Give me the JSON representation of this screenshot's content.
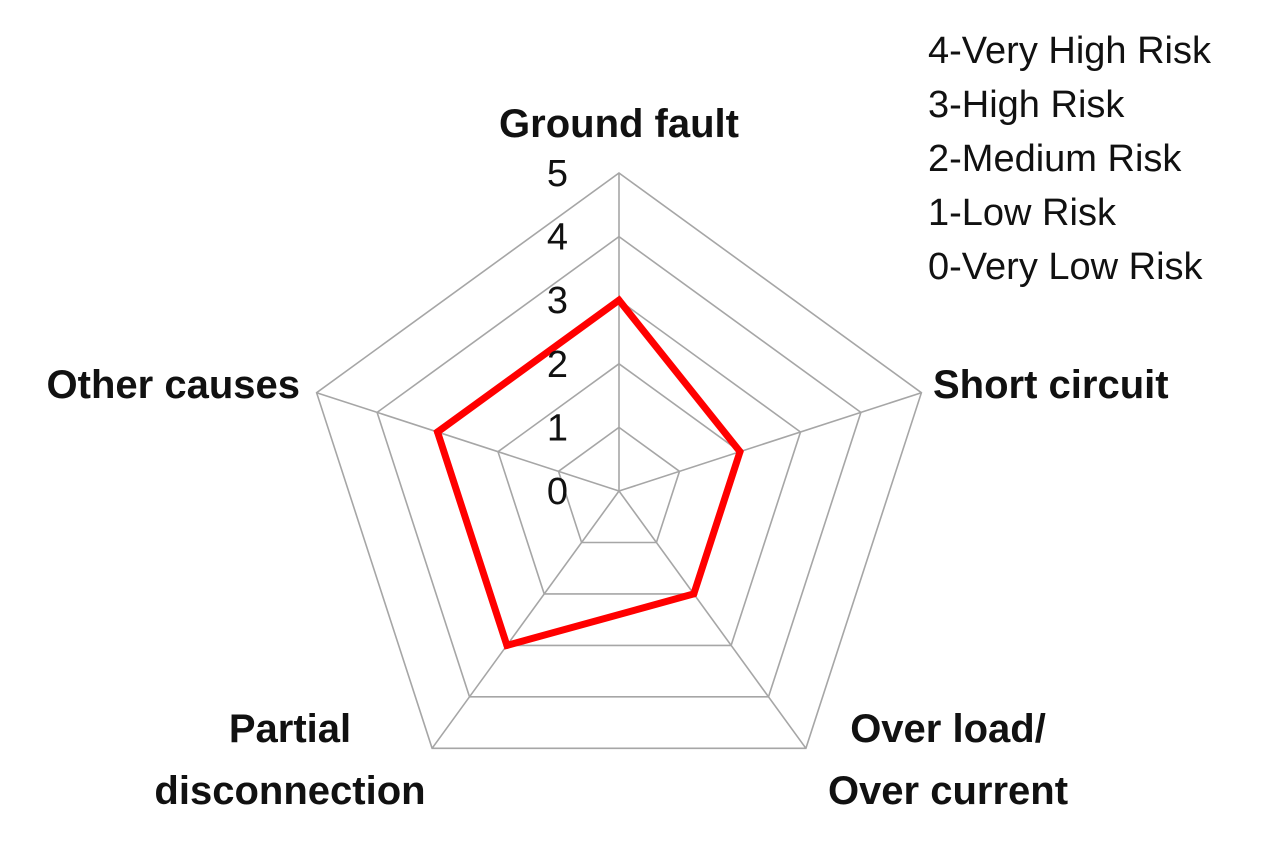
{
  "colors": {
    "series": "#ff0000",
    "grid": "#a6a6a6",
    "text": "#111111",
    "background": "#ffffff"
  },
  "legend_notes": [
    "4-Very High Risk",
    "3-High Risk",
    "2-Medium Risk",
    "1-Low Risk",
    "0-Very Low Risk"
  ],
  "chart_data": {
    "type": "radar",
    "title": "",
    "categories": [
      "Ground fault",
      "Short circuit",
      "Over load/\nOver current",
      "Partial\ndisconnection",
      "Other causes"
    ],
    "series": [
      {
        "name": "",
        "values": [
          3,
          2,
          2,
          3,
          3
        ]
      }
    ],
    "rlim": [
      0,
      5
    ],
    "ticks": [
      "0",
      "1",
      "2",
      "3",
      "4",
      "5"
    ],
    "grid": true,
    "legend": "top-right"
  }
}
